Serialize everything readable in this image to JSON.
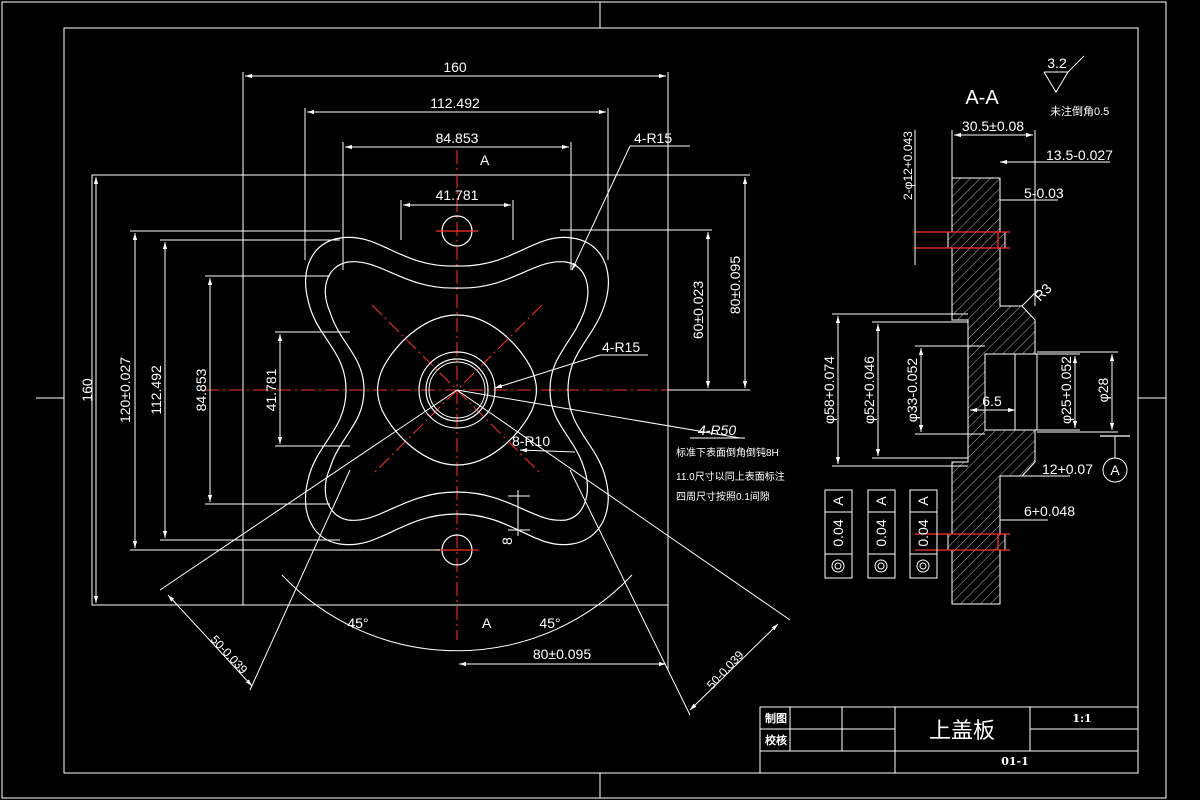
{
  "title_block": {
    "part_name": "上盖板",
    "scale": "1:1",
    "drawing_number": "01-1",
    "drawn_label": "制图",
    "checked_label": "校核"
  },
  "section": {
    "label": "A-A",
    "cut_label": "A",
    "section_arrow_label": "A"
  },
  "surface": {
    "roughness": "3.2",
    "note": "未注倒角0.5"
  },
  "notes": [
    "标准下表面倒角倒钝8H",
    "11.0尺寸以同上表面标注",
    "四周尺寸按照0.1间隙"
  ],
  "front_view": {
    "dims": {
      "w160": "160",
      "w112": "112.492",
      "w84": "84.853",
      "w41": "41.781",
      "h160": "160",
      "h120": "120±0.027",
      "h112": "112.492",
      "h84": "84.853",
      "h41": "41.781",
      "h60": "60±0.023",
      "h80": "80±0.095",
      "w80": "80±0.095",
      "r15a": "4-R15",
      "r15b": "4-R15",
      "r50": "4-R50",
      "r10": "8-R10",
      "d8": "8",
      "ang1": "45°",
      "ang2": "45°",
      "d50a": "50-0.039",
      "d50b": "50-0.039"
    }
  },
  "section_view": {
    "dims": {
      "d305": "30.5±0.08",
      "d135": "13.5-0.027",
      "d5": "5-0.03",
      "d2hole": "2-φ12+0.043",
      "r3": "R3",
      "d58": "φ58+0.074",
      "d52": "φ52+0.046",
      "d33": "φ33-0.052",
      "d25": "φ25+0.052",
      "d28": "φ28",
      "d65": "6.5",
      "d12": "12+0.07",
      "d6": "6+0.048"
    },
    "tolerance_frames": [
      {
        "value": "0.04",
        "datum": "A"
      },
      {
        "value": "0.04",
        "datum": "A"
      },
      {
        "value": "0.04",
        "datum": "A"
      }
    ]
  }
}
